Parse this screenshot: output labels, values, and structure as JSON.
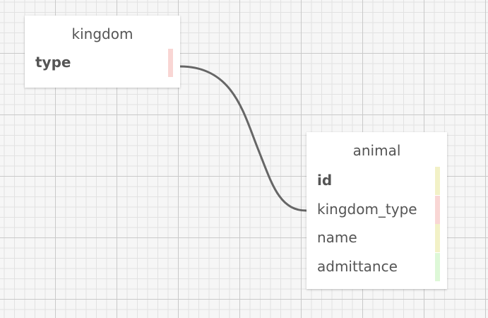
{
  "tables": {
    "kingdom": {
      "title": "kingdom",
      "fields": [
        {
          "name": "type",
          "marker_color": "#f9d6d4"
        }
      ]
    },
    "animal": {
      "title": "animal",
      "fields": [
        {
          "name": "id",
          "marker_color": "#f2f1c7"
        },
        {
          "name": "kingdom_type",
          "marker_color": "#f9d6d4"
        },
        {
          "name": "name",
          "marker_color": "#f2f1c7"
        },
        {
          "name": "admittance",
          "marker_color": "#ddf8d7"
        }
      ]
    }
  },
  "relationship": {
    "from": "kingdom.type",
    "to": "animal.kingdom_type",
    "line_color": "#666666"
  }
}
